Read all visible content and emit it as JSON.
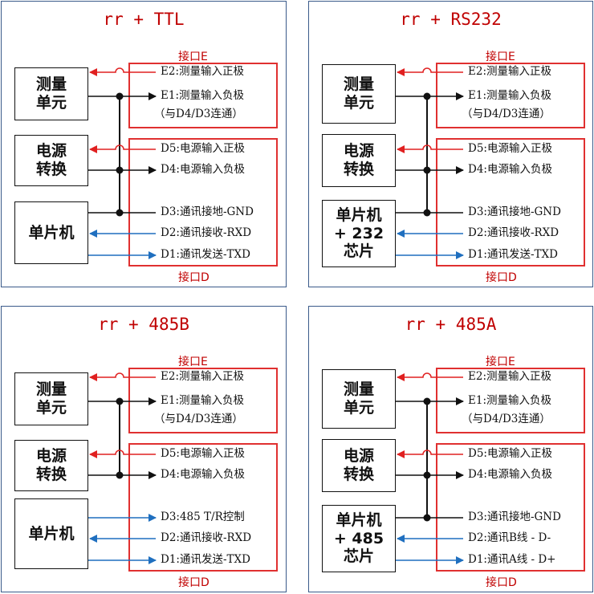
{
  "panels": [
    {
      "title": "rr + TTL",
      "interface_e_label": "接口E",
      "interface_d_label": "接口D",
      "blocks": [
        {
          "lines": [
            "测量",
            "单元"
          ]
        },
        {
          "lines": [
            "电源",
            "转换"
          ]
        },
        {
          "lines": [
            "单片机"
          ]
        }
      ],
      "pins": [
        {
          "text": "E2:测量输入正极",
          "arrow": "red-left"
        },
        {
          "text": "E1:测量输入负极",
          "sub": "（与D4/D3连通）",
          "arrow": "black-right"
        },
        {
          "text": "D5:电源输入正极",
          "arrow": "red-left"
        },
        {
          "text": "D4:电源输入负极",
          "arrow": "black-right"
        },
        {
          "text": "D3:通讯接地-GND",
          "arrow": "black-line"
        },
        {
          "text": "D2:通讯接收-RXD",
          "arrow": "blue-left"
        },
        {
          "text": "D1:通讯发送-TXD",
          "arrow": "blue-right"
        }
      ]
    },
    {
      "title": "rr + RS232",
      "interface_e_label": "接口E",
      "interface_d_label": "接口D",
      "blocks": [
        {
          "lines": [
            "测量",
            "单元"
          ]
        },
        {
          "lines": [
            "电源",
            "转换"
          ]
        },
        {
          "lines": [
            "单片机",
            "+ 232",
            "芯片"
          ]
        }
      ],
      "pins": [
        {
          "text": "E2:测量输入正极",
          "arrow": "red-left"
        },
        {
          "text": "E1:测量输入负极",
          "sub": "（与D4/D3连通）",
          "arrow": "black-right"
        },
        {
          "text": "D5:电源输入正极",
          "arrow": "red-left"
        },
        {
          "text": "D4:电源输入负极",
          "arrow": "black-right"
        },
        {
          "text": "D3:通讯接地-GND",
          "arrow": "black-line"
        },
        {
          "text": "D2:通讯接收-RXD",
          "arrow": "blue-left"
        },
        {
          "text": "D1:通讯发送-TXD",
          "arrow": "blue-right"
        }
      ]
    },
    {
      "title": "rr + 485B",
      "interface_e_label": "接口E",
      "interface_d_label": "接口D",
      "blocks": [
        {
          "lines": [
            "测量",
            "单元"
          ]
        },
        {
          "lines": [
            "电源",
            "转换"
          ]
        },
        {
          "lines": [
            "单片机"
          ]
        }
      ],
      "pins": [
        {
          "text": "E2:测量输入正极",
          "arrow": "red-left"
        },
        {
          "text": "E1:测量输入负极",
          "sub": "（与D4/D3连通）",
          "arrow": "black-right"
        },
        {
          "text": "D5:电源输入正极",
          "arrow": "red-left"
        },
        {
          "text": "D4:电源输入负极",
          "arrow": "black-right"
        },
        {
          "text": "D3:485 T/R控制",
          "arrow": "blue-right"
        },
        {
          "text": "D2:通讯接收-RXD",
          "arrow": "blue-left"
        },
        {
          "text": "D1:通讯发送-TXD",
          "arrow": "blue-right"
        }
      ]
    },
    {
      "title": "rr + 485A",
      "interface_e_label": "接口E",
      "interface_d_label": "接口D",
      "blocks": [
        {
          "lines": [
            "测量",
            "单元"
          ]
        },
        {
          "lines": [
            "电源",
            "转换"
          ]
        },
        {
          "lines": [
            "单片机",
            "+ 485",
            "芯片"
          ]
        }
      ],
      "pins": [
        {
          "text": "E2:测量输入正极",
          "arrow": "red-left"
        },
        {
          "text": "E1:测量输入负极",
          "sub": "（与D4/D3连通）",
          "arrow": "black-right"
        },
        {
          "text": "D5:电源输入正极",
          "arrow": "red-left"
        },
        {
          "text": "D4:电源输入负极",
          "arrow": "black-right"
        },
        {
          "text": "D3:通讯接地-GND",
          "arrow": "black-line"
        },
        {
          "text": "D2:通讯B线 - D-",
          "arrow": "blue-left"
        },
        {
          "text": "D1:通讯A线 - D+",
          "arrow": "blue-right"
        }
      ]
    }
  ],
  "colors": {
    "panel_border": "#3a5a8a",
    "interface_border": "#e03030",
    "title": "#c00000",
    "wire_red": "#e02020",
    "wire_blue": "#1f6fbf",
    "wire_black": "#111111"
  }
}
